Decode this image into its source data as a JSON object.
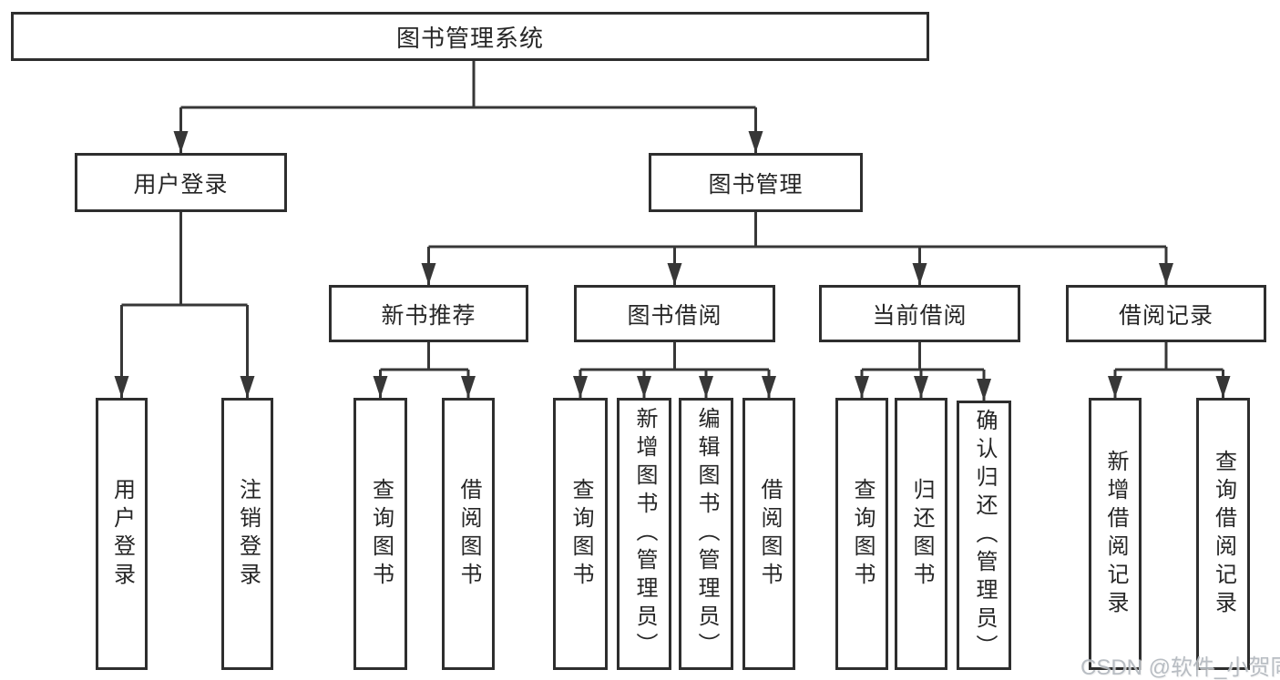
{
  "diagram": {
    "type": "hierarchy-tree",
    "tree": {
      "root": {
        "label": "图书管理系统"
      },
      "branches": [
        {
          "label": "用户登录",
          "children": [
            {
              "label": "用户登录"
            },
            {
              "label": "注销登录"
            }
          ]
        },
        {
          "label": "图书管理",
          "children": [
            {
              "label": "新书推荐",
              "children": [
                {
                  "label": "查询图书"
                },
                {
                  "label": "借阅图书"
                }
              ]
            },
            {
              "label": "图书借阅",
              "children": [
                {
                  "label": "查询图书"
                },
                {
                  "label": "新增图书（管理员）"
                },
                {
                  "label": "编辑图书（管理员）"
                },
                {
                  "label": "借阅图书"
                }
              ]
            },
            {
              "label": "当前借阅",
              "children": [
                {
                  "label": "查询图书"
                },
                {
                  "label": "归还图书"
                },
                {
                  "label": "确认归还（管理员）"
                }
              ]
            },
            {
              "label": "借阅记录",
              "children": [
                {
                  "label": "新增借阅记录"
                },
                {
                  "label": "查询借阅记录"
                }
              ]
            }
          ]
        }
      ]
    },
    "colors": {
      "background": "#ffffff",
      "box_border": "#2e2e2e",
      "connector_line": "#373737",
      "text": "#262626",
      "watermark_text": "#b3b8be"
    }
  },
  "watermark": {
    "text": "CSDN @软件_小贺同学"
  }
}
